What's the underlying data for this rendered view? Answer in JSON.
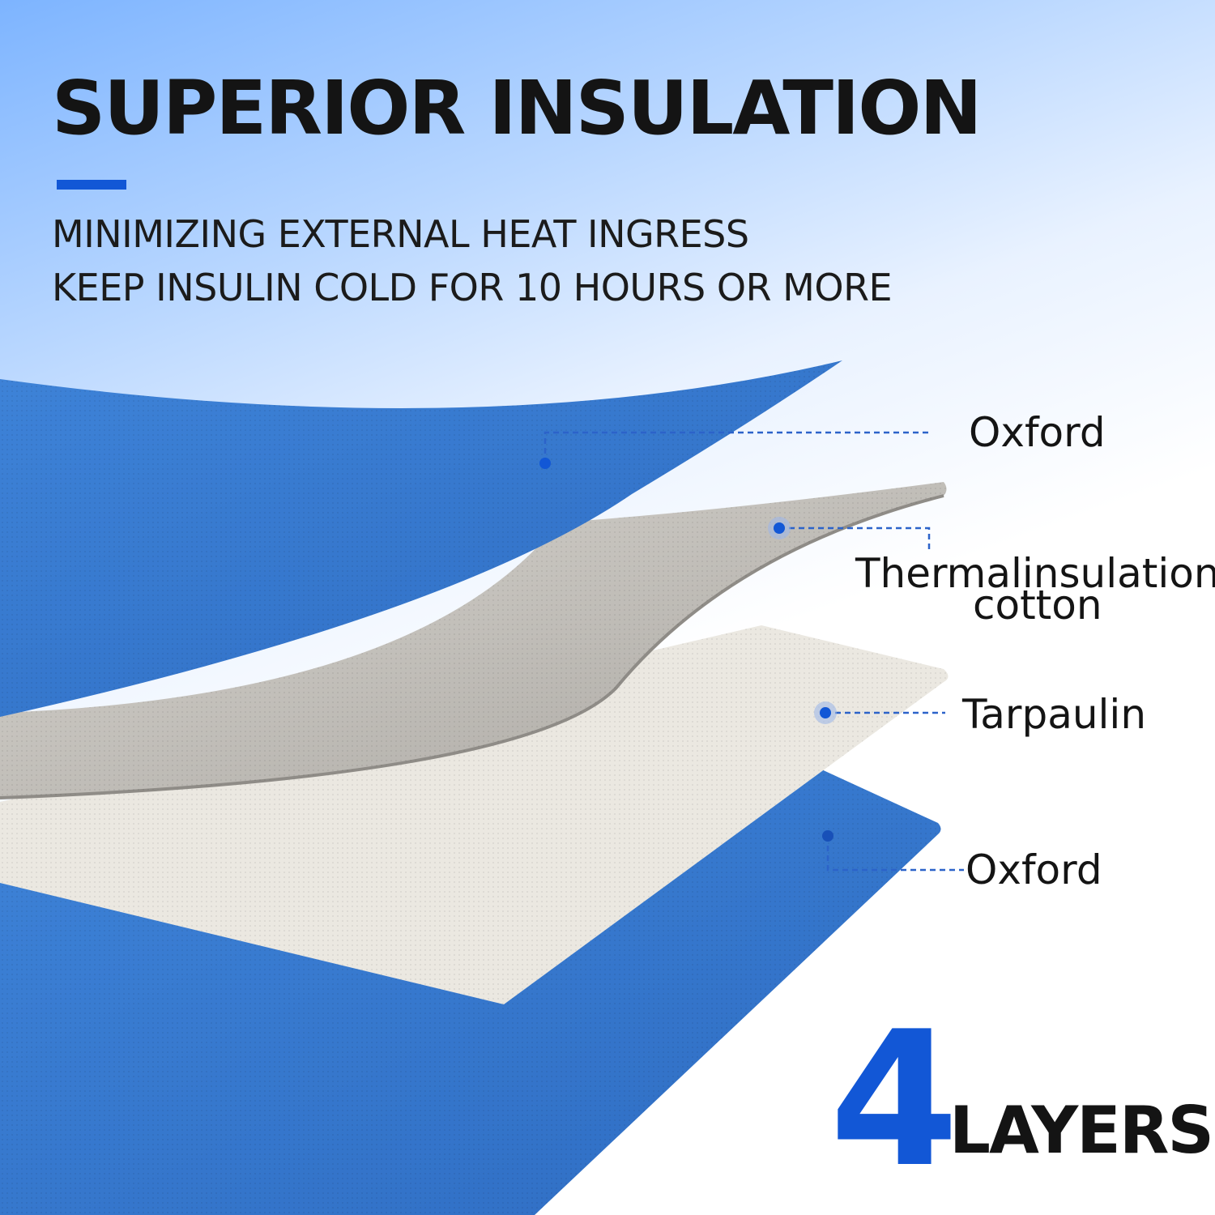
{
  "colors": {
    "brand_blue": "#1257d6",
    "fabric_blue": "#3f85da",
    "fabric_blue_dark": "#2f6fc4",
    "cotton_grey": "#bdbab4",
    "tarpaulin_beige": "#ebe8e1",
    "text": "#141414"
  },
  "header": {
    "title": "SUPERIOR INSULATION",
    "line1": "MINIMIZING EXTERNAL HEAT INGRESS",
    "line2": "KEEP INSULIN COLD FOR 10 HOURS OR MORE"
  },
  "layers": [
    {
      "label": "Oxford"
    },
    {
      "label_line1": "Thermalinsulation",
      "label_line2": "cotton"
    },
    {
      "label": "Tarpaulin"
    },
    {
      "label": "Oxford"
    }
  ],
  "badge": {
    "number": "4",
    "word": "LAYERS"
  }
}
